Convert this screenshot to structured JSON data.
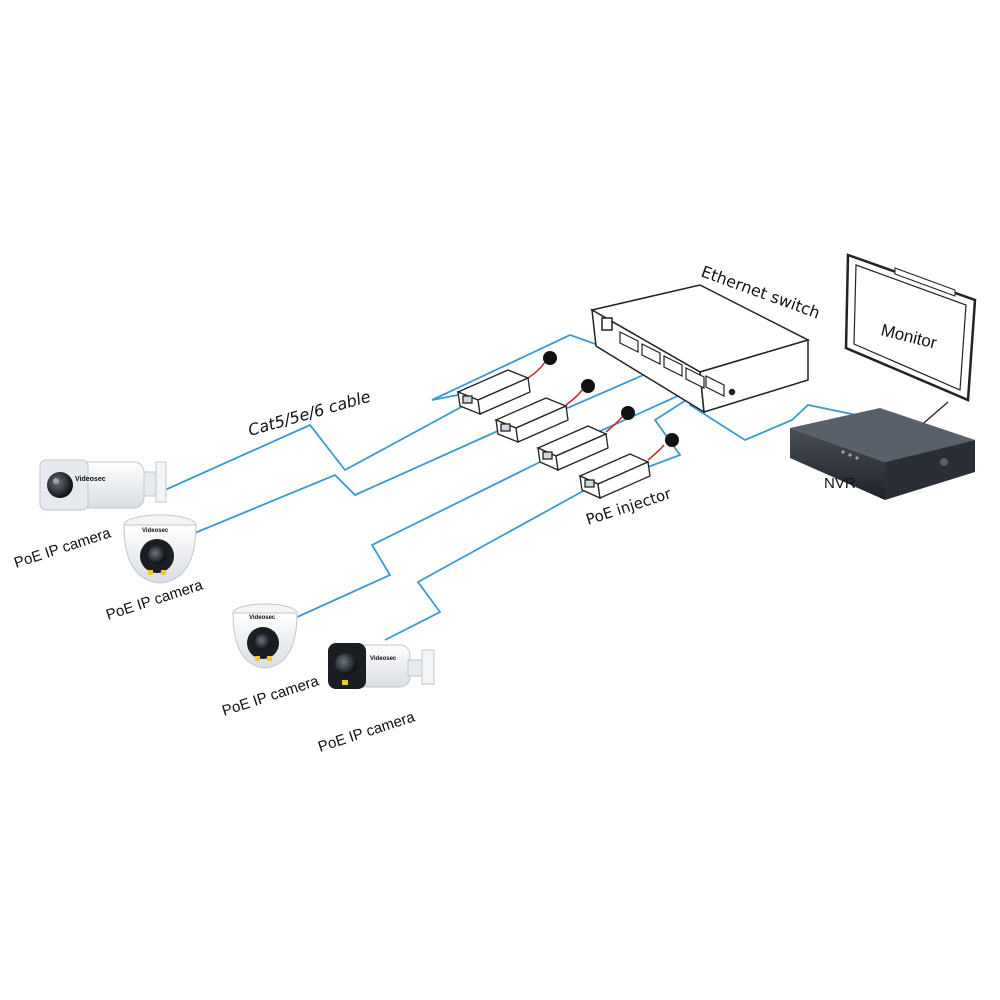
{
  "labels": {
    "cable": "Cat5/5e/6 cable",
    "switch": "Ethernet switch",
    "monitor": "Monitor",
    "nvr": "NVR",
    "injector": "PoE injector",
    "camera1": "PoE IP camera",
    "camera2": "PoE IP camera",
    "camera3": "PoE IP camera",
    "camera4": "PoE IP camera"
  },
  "camera_brand": "Videosec",
  "colors": {
    "cable": "#3a9bd1",
    "power_cable": "#d42a2a",
    "device_line": "#222222",
    "nvr_body": "#2b2f36",
    "led": "#f2c53d"
  },
  "icons": [
    "bullet-camera-icon",
    "dome-camera-icon",
    "poe-injector-icon",
    "ethernet-switch-icon",
    "monitor-icon",
    "nvr-icon",
    "power-adapter-icon"
  ]
}
